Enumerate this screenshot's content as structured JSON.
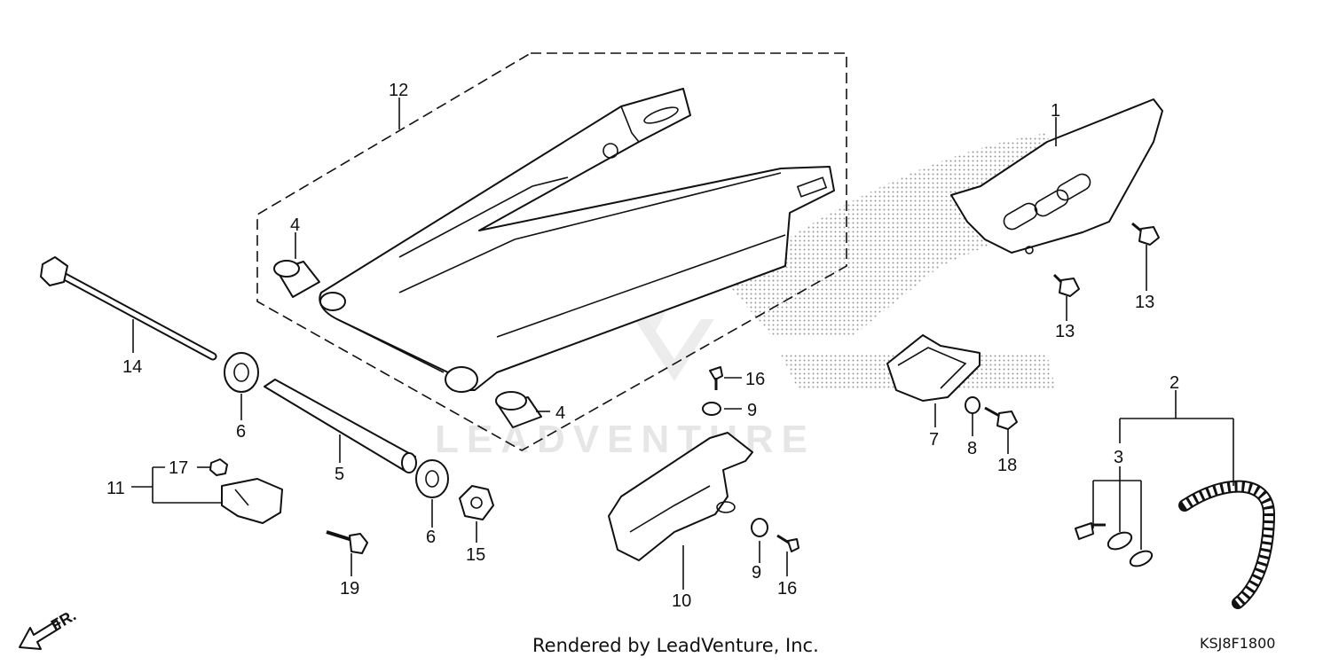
{
  "diagram": {
    "watermark": "LEADVENTURE",
    "front_marker": "FR.",
    "footer_credit": "Rendered by LeadVenture, Inc.",
    "diagram_code": "KSJ8F1800"
  },
  "callouts": [
    {
      "id": "swingarm-assembly",
      "label": "12"
    },
    {
      "id": "bushing-upper",
      "label": "4"
    },
    {
      "id": "bushing-lower",
      "label": "4"
    },
    {
      "id": "pivot-bolt",
      "label": "14"
    },
    {
      "id": "seal-left",
      "label": "6"
    },
    {
      "id": "seal-right",
      "label": "6"
    },
    {
      "id": "pivot-collar",
      "label": "5"
    },
    {
      "id": "pivot-nut",
      "label": "15"
    },
    {
      "id": "chain-slider-assembly",
      "label": "11"
    },
    {
      "id": "slider-nut",
      "label": "17"
    },
    {
      "id": "slider-bolt",
      "label": "19"
    },
    {
      "id": "chain-guide",
      "label": "10"
    },
    {
      "id": "guide-washer-upper",
      "label": "9"
    },
    {
      "id": "guide-screw-upper",
      "label": "16"
    },
    {
      "id": "guide-washer-lower",
      "label": "9"
    },
    {
      "id": "guide-screw-lower",
      "label": "16"
    },
    {
      "id": "chain-case",
      "label": "1"
    },
    {
      "id": "case-bolt-left",
      "label": "13"
    },
    {
      "id": "case-bolt-right",
      "label": "13"
    },
    {
      "id": "chain-guide-plate",
      "label": "7"
    },
    {
      "id": "plate-collar",
      "label": "8"
    },
    {
      "id": "plate-bolt",
      "label": "18"
    },
    {
      "id": "drive-chain",
      "label": "2"
    },
    {
      "id": "joint-set",
      "label": "3"
    }
  ]
}
